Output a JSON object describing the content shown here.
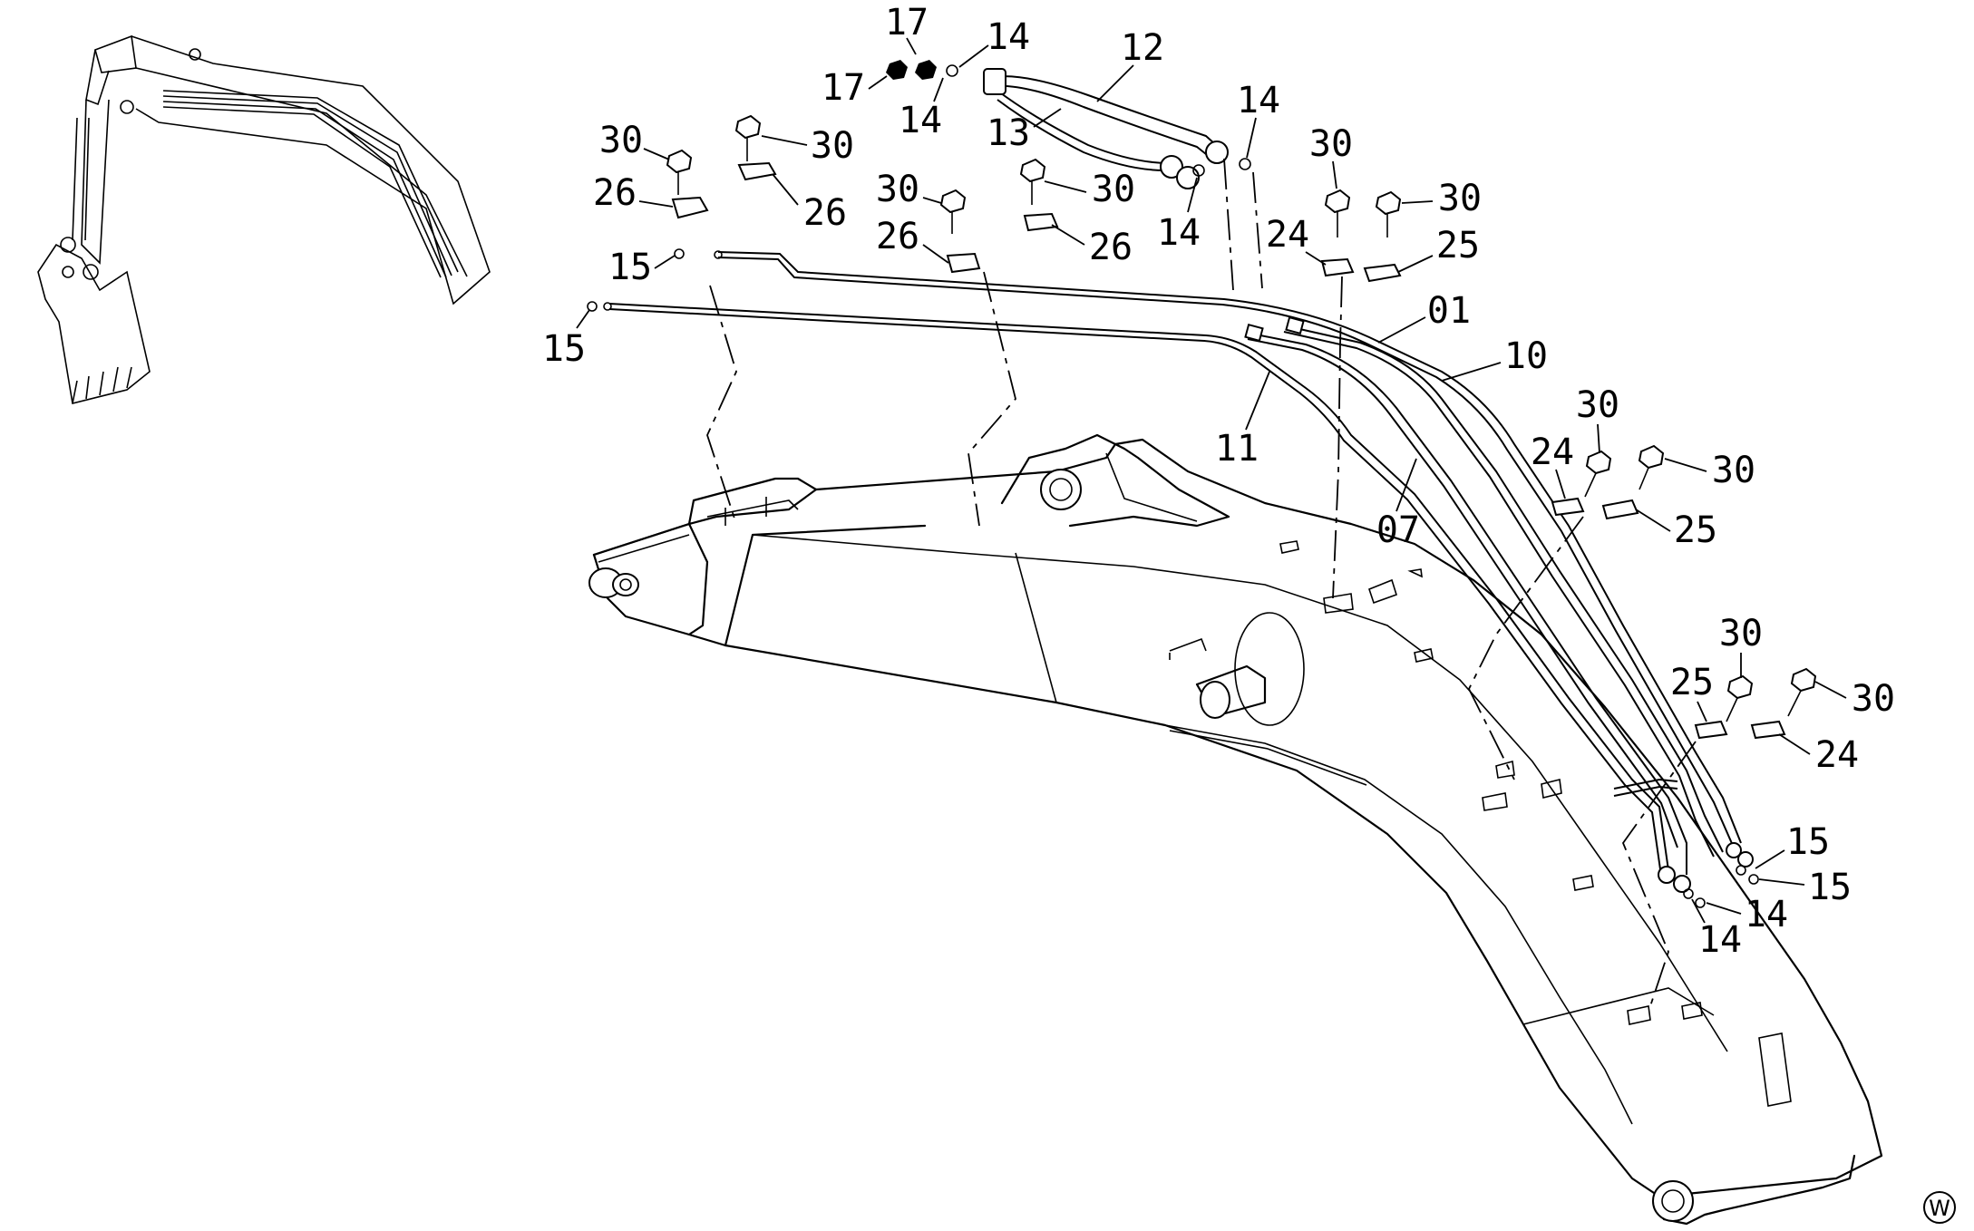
{
  "callouts": {
    "c01": "01",
    "c07": "07",
    "c10": "10",
    "c11": "11",
    "c12": "12",
    "c13": "13",
    "c14": "14",
    "c15": "15",
    "c17": "17",
    "c24": "24",
    "c25": "25",
    "c26": "26",
    "c30": "30"
  },
  "corner_mark": "W"
}
